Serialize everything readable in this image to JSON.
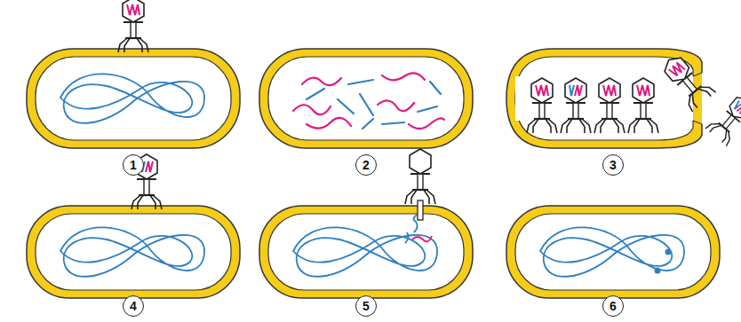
{
  "diagram": {
    "nodes": [
      {
        "text": [
          "1"
        ]
      },
      {
        "text": [
          "2"
        ]
      },
      {
        "text": [
          "3"
        ]
      },
      {
        "text": [
          "4"
        ]
      },
      {
        "text": [
          "5"
        ]
      },
      {
        "text": [
          "6"
        ]
      }
    ]
  }
}
